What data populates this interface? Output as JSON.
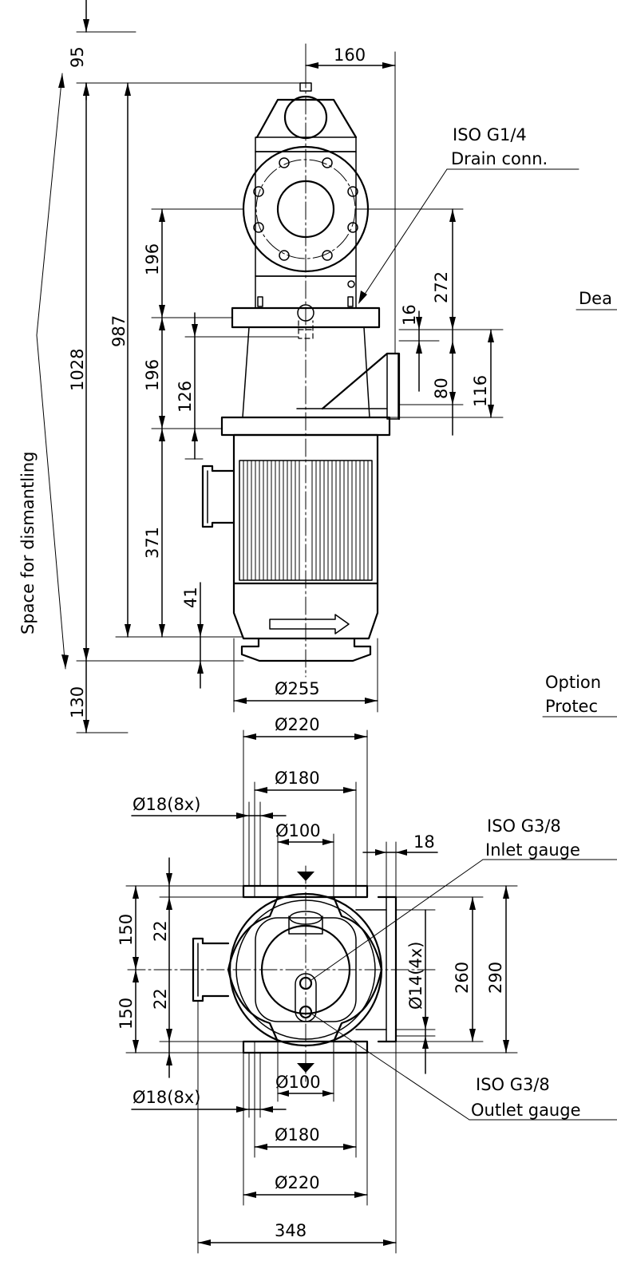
{
  "labels": {
    "drain_line1": "ISO G1/4",
    "drain_line2": "Drain conn.",
    "dea": "Dea",
    "option": "Option",
    "protec": "Protec",
    "inlet_line1": "ISO G3/8",
    "inlet_line2": "Inlet gauge",
    "outlet_line1": "ISO G3/8",
    "outlet_line2": "Outlet gauge",
    "space": "Space for dismantling"
  },
  "dims": {
    "d95": "95",
    "d160": "160",
    "d1028": "1028",
    "d987": "987",
    "d196a": "196",
    "d196b": "196",
    "d126": "126",
    "d371": "371",
    "d41": "41",
    "d272": "272",
    "d16": "16",
    "d80": "80",
    "d116": "116",
    "d130": "130",
    "d255": "Ø255",
    "d220a": "Ø220",
    "d180a": "Ø180",
    "d18x8a": "Ø18(8x)",
    "d100a": "Ø100",
    "d18": "18",
    "d150a": "150",
    "d22a": "22",
    "d150b": "150",
    "d22b": "22",
    "d14x4": "Ø14(4x)",
    "d260": "260",
    "d290": "290",
    "d100b": "Ø100",
    "d18x8b": "Ø18(8x)",
    "d180b": "Ø180",
    "d220b": "Ø220",
    "d348": "348"
  }
}
